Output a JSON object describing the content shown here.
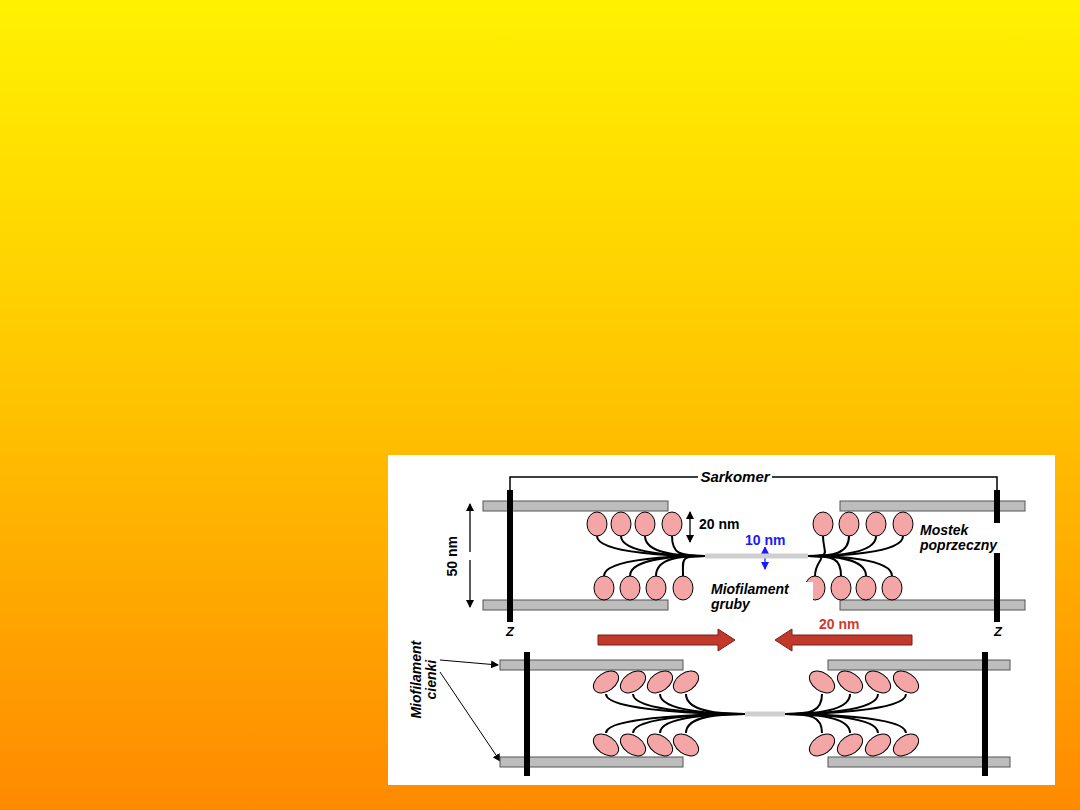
{
  "diagram": {
    "labels": [
      "Sarkomer",
      "20 nm",
      "10 nm",
      "Mostek poprzeczny",
      "Miofilament gruby",
      "50 nm",
      "Z",
      "Z",
      "20 nm",
      "Miofilament cienki"
    ]
  }
}
